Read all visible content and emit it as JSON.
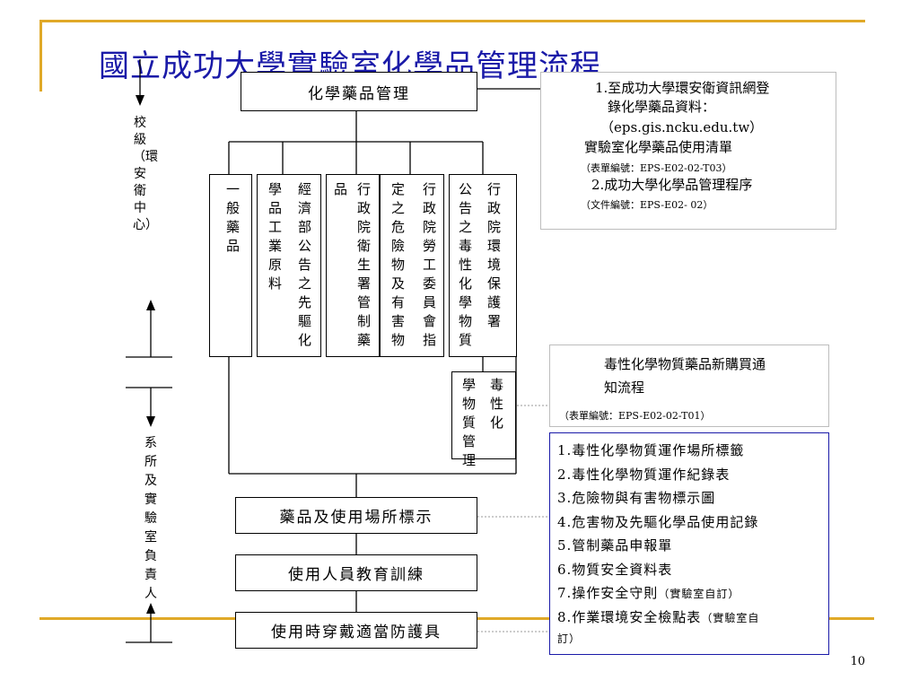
{
  "title": "國立成功大學實驗室化學品管理流程",
  "top_box": "化學藥品管理",
  "categories": [
    [
      "一般藥品"
    ],
    [
      "經濟部公告之先驅化",
      "學品工業原料"
    ],
    [
      "行政院衛生署管制藥",
      "品"
    ],
    [
      "行政院勞工委員會指",
      "定之危險物及有害物"
    ],
    [
      "行政院環境保護署",
      "公告之毒性化學物質"
    ]
  ],
  "toxic_mgmt": [
    "毒性化",
    "學物質管理"
  ],
  "side_labels": {
    "campus": "校級（環安衛中心）",
    "dept": "系所及實驗室負責人"
  },
  "bottom_boxes": [
    "藥品及使用場所標示",
    "使用人員教育訓練",
    "使用時穿戴適當防護具"
  ],
  "note1": {
    "line1": "1.至成功大學環安衛資訊網登",
    "line2": "錄化學藥品資料：",
    "line3": "（eps.gis.ncku.edu.tw）",
    "line4": "實驗室化學藥品使用清單",
    "line5": "（表單編號：EPS-E02-02-T03）",
    "line6": "2.成功大學化學品管理程序",
    "line7": "（文件編號：EPS-E02- 02）"
  },
  "note2": {
    "line1": "毒性化學物質藥品新購買通",
    "line2": "知流程",
    "line3": "（表單編號：EPS-E02-02-T01）"
  },
  "list": [
    {
      "text": "1.毒性化學物質運作場所標籤",
      "sub": ""
    },
    {
      "text": "2.毒性化學物質運作紀錄表",
      "sub": ""
    },
    {
      "text": "3.危險物與有害物標示圖",
      "sub": ""
    },
    {
      "text": "4.危害物及先驅化學品使用記錄",
      "sub": ""
    },
    {
      "text": "5.管制藥品申報單",
      "sub": ""
    },
    {
      "text": "6.物質安全資料表",
      "sub": ""
    },
    {
      "text": "7.操作安全守則",
      "sub": "（實驗室自訂）"
    },
    {
      "text": "8.作業環境安全檢點表",
      "sub": "（實驗室自"
    },
    {
      "text": "訂）",
      "sub": ""
    }
  ],
  "page_number": "10",
  "colors": {
    "title": "#1a1aa8",
    "accent": "#e0a928",
    "list_border": "#1a1aa8"
  }
}
